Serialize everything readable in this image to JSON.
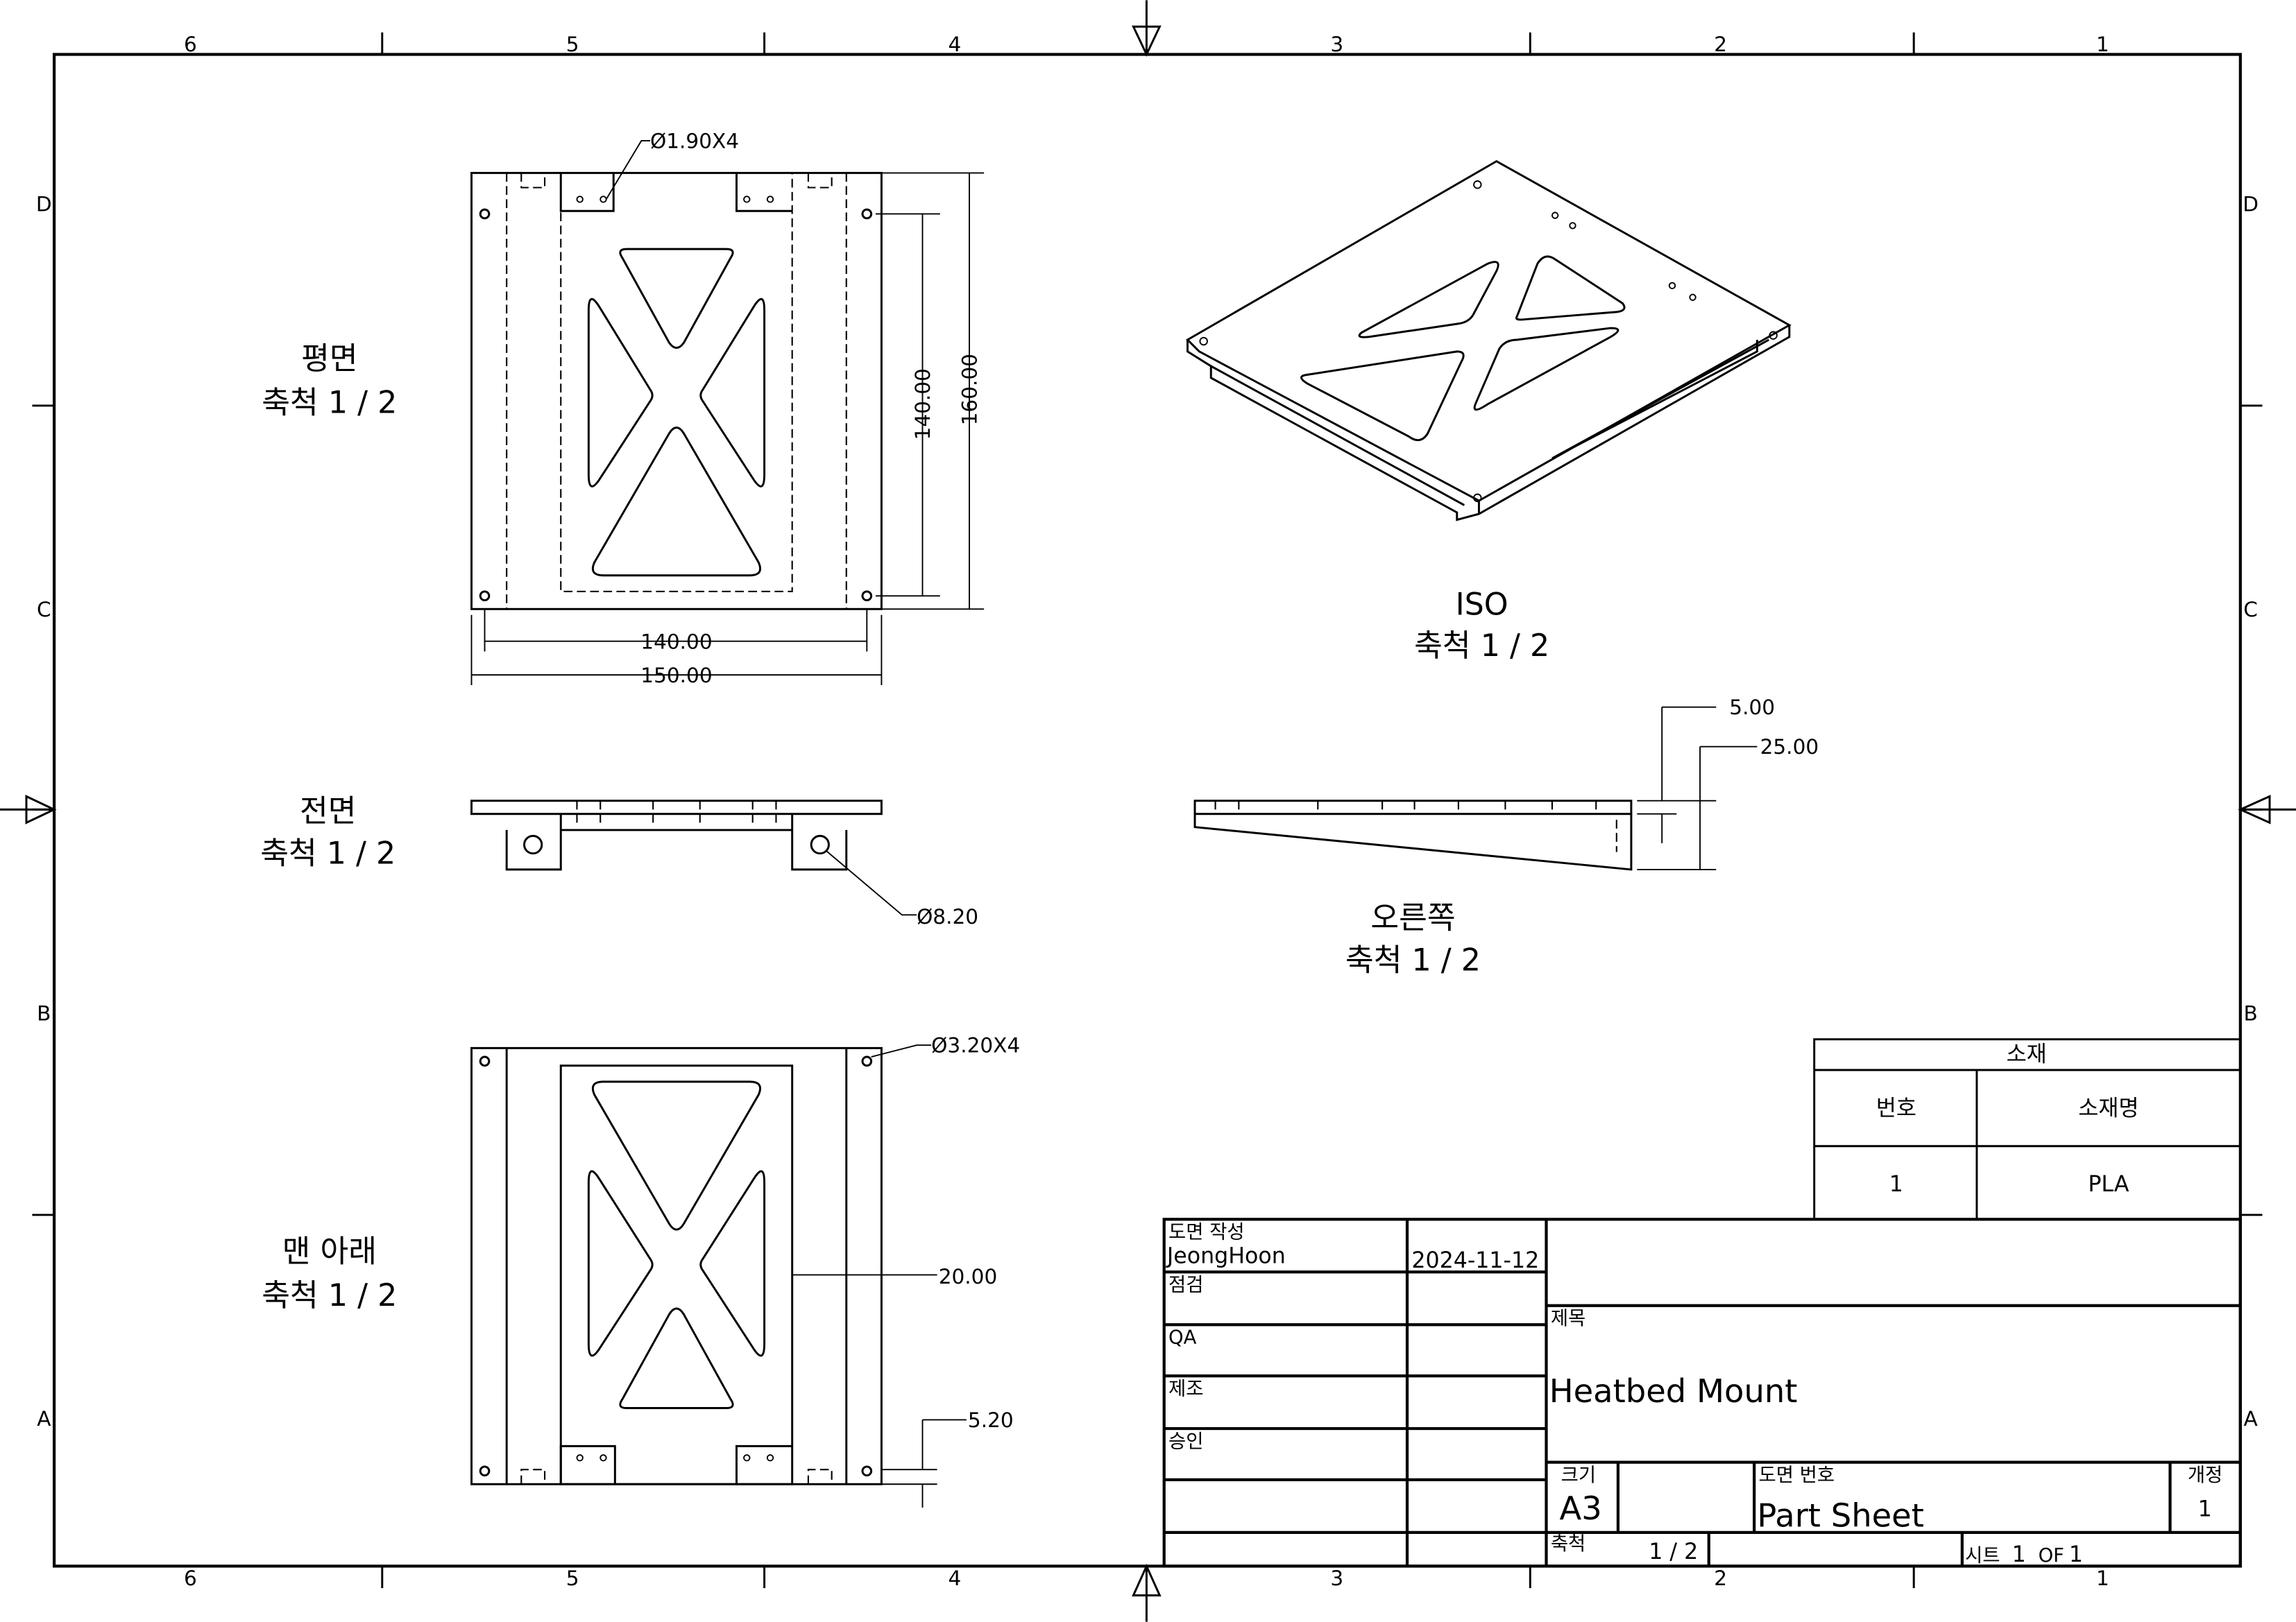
{
  "frame": {
    "columns": [
      "6",
      "5",
      "4",
      "3",
      "2",
      "1"
    ],
    "rows": [
      "D",
      "C",
      "B",
      "A"
    ]
  },
  "views": {
    "top": {
      "name": "평면",
      "scale": "축척 1 / 2",
      "dims": [
        "Ø1.90X4",
        "140.00",
        "160.00",
        "140.00",
        "150.00"
      ]
    },
    "iso": {
      "name": "ISO",
      "scale": "축척 1 / 2"
    },
    "front": {
      "name": "전면",
      "scale": "축척 1 / 2",
      "dims": [
        "Ø8.20"
      ]
    },
    "right": {
      "name": "오른쪽",
      "scale": "축척 1 / 2",
      "dims": [
        "5.00",
        "25.00"
      ]
    },
    "bottom": {
      "name": "맨 아래",
      "scale": "축척 1 / 2",
      "dims": [
        "Ø3.20X4",
        "20.00",
        "5.20"
      ]
    }
  },
  "material_table": {
    "title": "소재",
    "headers": [
      "번호",
      "소재명"
    ],
    "rows": [
      [
        "1",
        "PLA"
      ]
    ]
  },
  "title_block": {
    "drawn_label": "도면 작성",
    "drawn_by": "JeongHoon",
    "drawn_date": "2024-11-12",
    "checked_label": "점검",
    "qa_label": "QA",
    "mfg_label": "제조",
    "approved_label": "승인",
    "title_label": "제목",
    "title": "Heatbed Mount",
    "size_label": "크기",
    "size": "A3",
    "dwg_no_label": "도면 번호",
    "dwg_no": "Part Sheet",
    "rev_label": "개정",
    "rev": "1",
    "scale_label": "축척",
    "scale": "1 / 2",
    "sheet_label": "시트",
    "sheet": "1",
    "of_label": "OF",
    "sheet_total": "1"
  }
}
